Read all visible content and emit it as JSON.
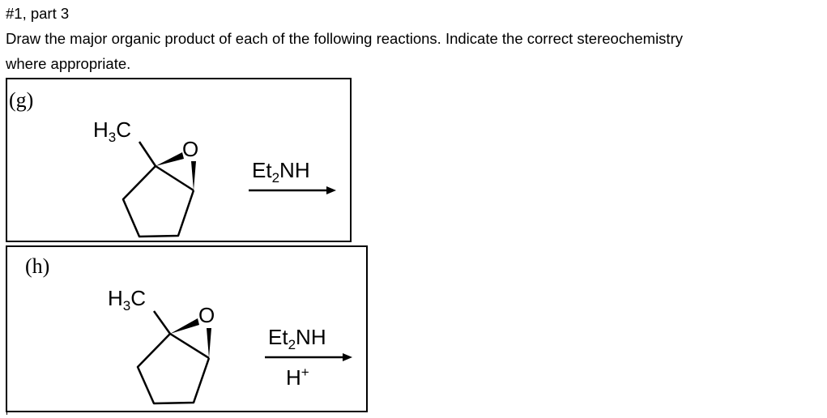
{
  "header": {
    "title": "#1, part 3",
    "instruction_line1": "Draw the major organic product of each of the following reactions. Indicate the correct stereochemistry",
    "instruction_line2": "where appropriate."
  },
  "problems": [
    {
      "label": "(g)",
      "substituent": {
        "main": "H",
        "sub": "3",
        "tail": "C"
      },
      "oxygen": "O",
      "reagent_above": {
        "main": "Et",
        "sub": "2",
        "tail": "NH"
      },
      "reagent_below": null
    },
    {
      "label": "(h)",
      "substituent": {
        "main": "H",
        "sub": "3",
        "tail": "C"
      },
      "oxygen": "O",
      "reagent_above": {
        "main": "Et",
        "sub": "2",
        "tail": "NH"
      },
      "reagent_below": {
        "main": "H",
        "sup": "+"
      }
    }
  ]
}
